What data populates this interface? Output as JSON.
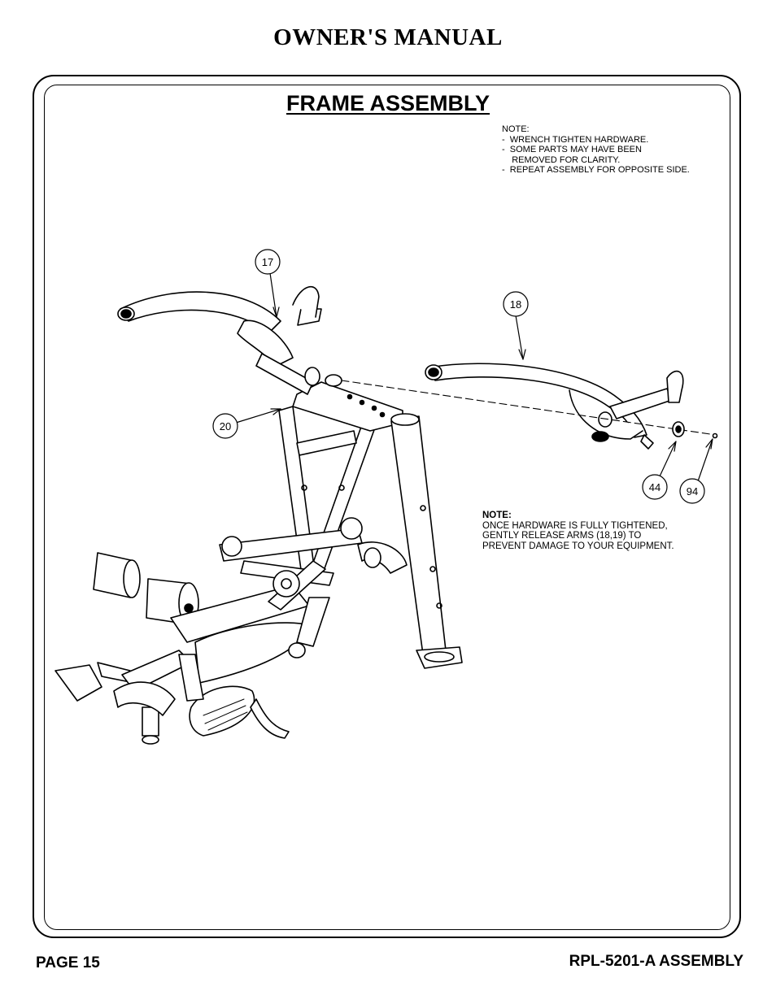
{
  "header": {
    "title": "OWNER'S MANUAL"
  },
  "section": {
    "title": "FRAME ASSEMBLY"
  },
  "note_top": {
    "lines": [
      "NOTE:",
      "-  WRENCH TIGHTEN HARDWARE.",
      "-  SOME PARTS MAY HAVE BEEN",
      "    REMOVED FOR CLARITY.",
      "-  REPEAT ASSEMBLY FOR OPPOSITE SIDE."
    ]
  },
  "note_bottom": {
    "heading": "NOTE:",
    "lines": [
      "ONCE HARDWARE IS FULLY TIGHTENED,",
      "GENTLY RELEASE ARMS (18,19) TO",
      "PREVENT DAMAGE TO YOUR EQUIPMENT."
    ]
  },
  "callouts": {
    "c17": "17",
    "c18": "18",
    "c20": "20",
    "c44": "44",
    "c94": "94"
  },
  "footer": {
    "page": "PAGE 15",
    "doc": "RPL-5201-A ASSEMBLY"
  }
}
